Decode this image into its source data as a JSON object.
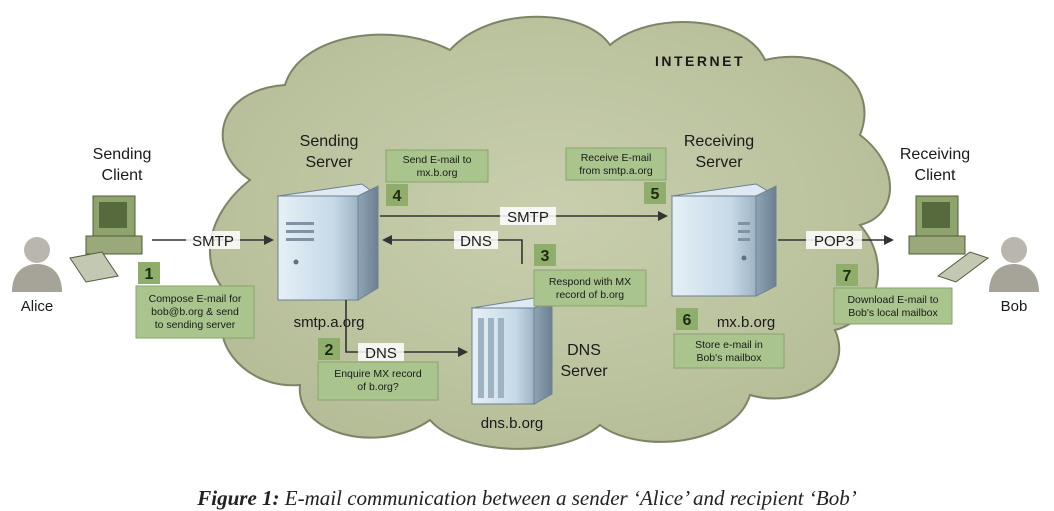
{
  "cloud_title": "INTERNET",
  "actors": {
    "alice": "Alice",
    "bob": "Bob"
  },
  "nodes": {
    "sending_client": [
      "Sending",
      "Client"
    ],
    "sending_server": [
      "Sending",
      "Server"
    ],
    "sending_server_host": "smtp.a.org",
    "receiving_server": [
      "Receiving",
      "Server"
    ],
    "receiving_server_host": "mx.b.org",
    "receiving_client": [
      "Receiving",
      "Client"
    ],
    "dns_server": [
      "DNS",
      "Server"
    ],
    "dns_server_host": "dns.b.org"
  },
  "protocols": {
    "smtp_client": "SMTP",
    "smtp_server": "SMTP",
    "dns_query": "DNS",
    "dns_response": "DNS",
    "pop3": "POP3"
  },
  "steps": [
    {
      "num": "1",
      "lines": [
        "Compose E-mail for",
        "bob@b.org & send",
        "to sending server"
      ]
    },
    {
      "num": "2",
      "lines": [
        "Enquire MX record",
        "of b.org?"
      ]
    },
    {
      "num": "3",
      "lines": [
        "Respond with MX",
        "record of b.org"
      ]
    },
    {
      "num": "4",
      "lines": [
        "Send E-mail to",
        "mx.b.org"
      ]
    },
    {
      "num": "5",
      "lines": [
        "Receive E-mail",
        "from smtp.a.org"
      ]
    },
    {
      "num": "6",
      "lines": [
        "Store e-mail in",
        "Bob's mailbox"
      ]
    },
    {
      "num": "7",
      "lines": [
        "Download E-mail to",
        "Bob's local mailbox"
      ]
    }
  ],
  "caption": {
    "label": "Figure 1:",
    "text": " E-mail communication between a sender ‘Alice’ and recipient ‘Bob’"
  },
  "colors": {
    "cloud_fill": "#bfc6a4",
    "cloud_stroke": "#7d8466",
    "step_box": "#a9c48d",
    "step_num": "#8fae6c",
    "server_body": "#c9dcea",
    "arrow": "#333333"
  }
}
